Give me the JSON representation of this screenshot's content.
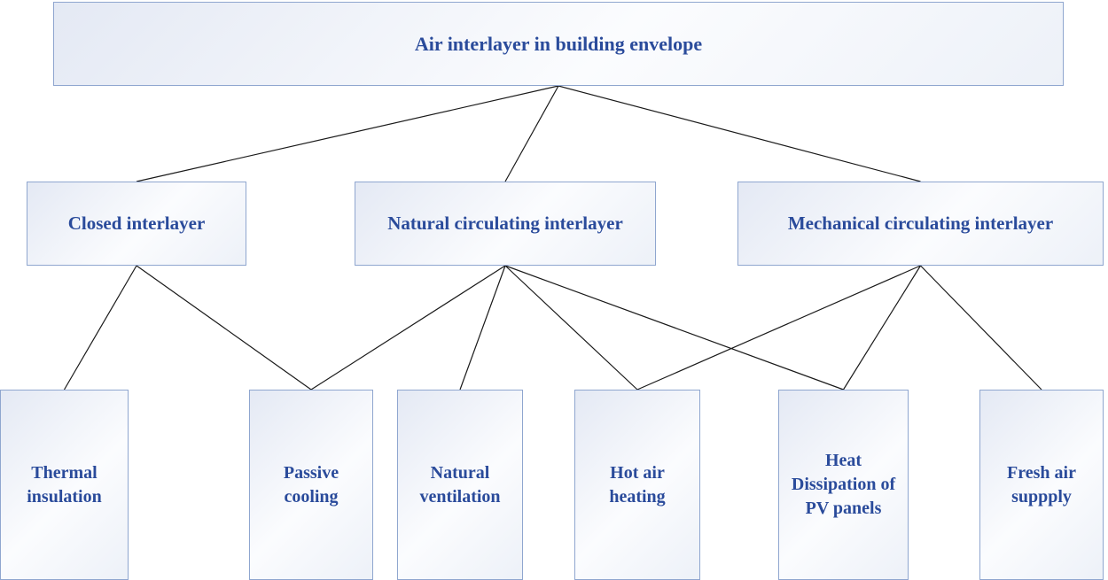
{
  "diagram": {
    "title": "Air interlayer in building envelope",
    "type": "tree"
  },
  "nodes": {
    "root": {
      "label": "Air interlayer in building envelope"
    },
    "closed": {
      "label": "Closed interlayer"
    },
    "natural": {
      "label": "Natural circulating interlayer"
    },
    "mechanical": {
      "label": "Mechanical circulating interlayer"
    },
    "thermal": {
      "label": "Thermal insulation"
    },
    "passive": {
      "label": "Passive cooling"
    },
    "ventilation": {
      "label": "Natural ventilation"
    },
    "hotair": {
      "label": "Hot air heating"
    },
    "pv": {
      "label": "Heat Dissipation of PV panels"
    },
    "fresh": {
      "label": "Fresh air suppply"
    }
  },
  "edges": [
    [
      "root",
      "closed"
    ],
    [
      "root",
      "natural"
    ],
    [
      "root",
      "mechanical"
    ],
    [
      "closed",
      "thermal"
    ],
    [
      "closed",
      "passive"
    ],
    [
      "natural",
      "passive"
    ],
    [
      "natural",
      "ventilation"
    ],
    [
      "natural",
      "hotair"
    ],
    [
      "natural",
      "pv"
    ],
    [
      "mechanical",
      "hotair"
    ],
    [
      "mechanical",
      "pv"
    ],
    [
      "mechanical",
      "fresh"
    ]
  ],
  "colors": {
    "text": "#2a4b9b",
    "border": "#8fa6cf",
    "line": "#1a1a1a"
  }
}
